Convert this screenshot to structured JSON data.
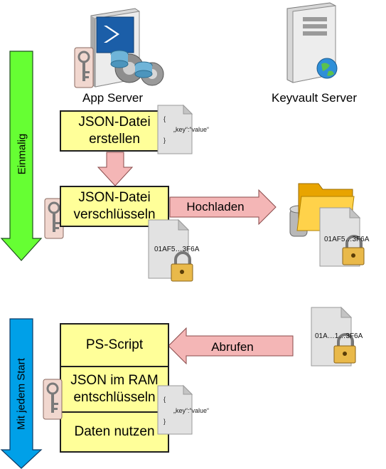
{
  "servers": {
    "app_label": "App Server",
    "keyvault_label": "Keyvault Server"
  },
  "phases": {
    "once_label": "Einmalig",
    "each_start_label": "Mit jedem Start"
  },
  "steps": {
    "create_line1": "JSON-Datei",
    "create_line2": "erstellen",
    "encrypt_line1": "JSON-Datei",
    "encrypt_line2": "verschlüsseln",
    "ps_script": "PS-Script",
    "decrypt_line1": "JSON im RAM",
    "decrypt_line2": "entschlüsseln",
    "use_data": "Daten nutzen"
  },
  "arrows": {
    "upload_label": "Hochladen",
    "fetch_label": "Abrufen"
  },
  "documents": {
    "json_line1": "{",
    "json_line2": "„key“:“value“",
    "json_line3": "}",
    "encrypted_value": "01AF5…3F6A",
    "encrypted_value_obscured": "01A…1…3F6A"
  },
  "colors": {
    "box_fill": "#ffff99",
    "green_arrow": "#66ff33",
    "blue_arrow": "#00a0e8",
    "pink_arrow": "#f4b6b6",
    "folder": "#f5b800"
  },
  "icons": [
    "key-icon",
    "lock-icon",
    "server-icon",
    "globe-icon",
    "folder-icon",
    "gear-icon",
    "document-icon",
    "powershell-icon"
  ]
}
